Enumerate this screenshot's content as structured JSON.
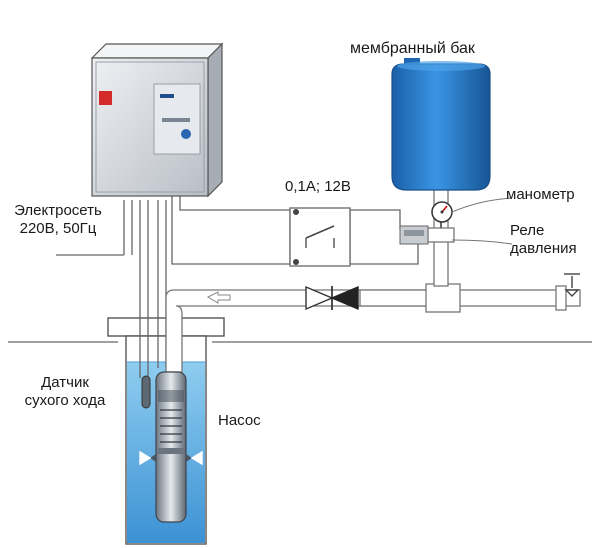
{
  "labels": {
    "tank": "мембранный бак",
    "mains_line1": "Электросеть",
    "mains_line2": "220В, 50Гц",
    "relay_spec": "0,1А; 12В",
    "gauge": "манометр",
    "pressure_relay_line1": "Реле",
    "pressure_relay_line2": "давления",
    "sensor_line1": "Датчик",
    "sensor_line2": "сухого хода",
    "pump": "Насос"
  },
  "icons": [
    "control-box-icon",
    "membrane-tank-icon",
    "pressure-gauge-icon",
    "pressure-relay-icon",
    "check-valve-icon",
    "tap-valve-icon",
    "submersible-pump-icon",
    "dry-run-sensor-icon",
    "flow-arrow-icon"
  ],
  "colors": {
    "line": "#555555",
    "tank_blue": "#2a7fd0",
    "water": "#7cc0ea",
    "box_gray": "#d9dde2"
  }
}
